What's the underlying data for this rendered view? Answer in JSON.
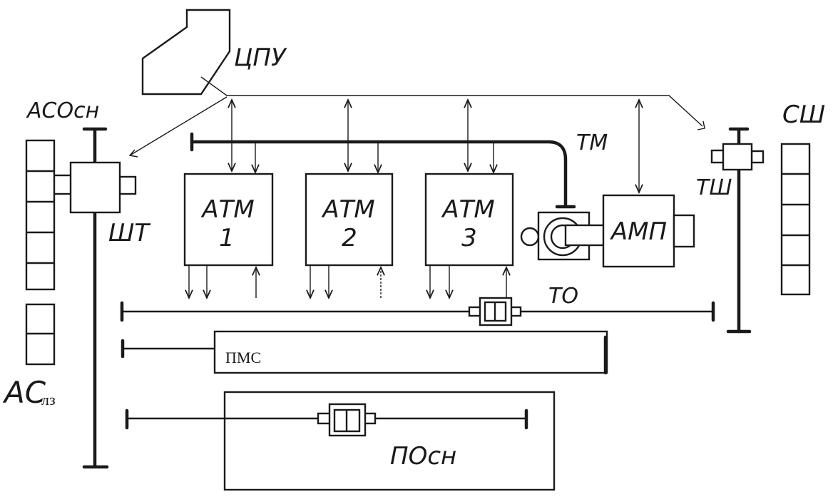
{
  "labels": {
    "cpu": "ЦПУ",
    "aso": "АСОсн",
    "as_main": "АС",
    "as_sub": "лз",
    "sht": "ШТ",
    "tm": "ТМ",
    "atm1_a": "АТМ",
    "atm1_b": "1",
    "atm2_a": "АТМ",
    "atm2_b": "2",
    "atm3_a": "АТМ",
    "atm3_b": "3",
    "amp": "АМП",
    "sh": "СШ",
    "tsh": "ТШ",
    "to": "ТО",
    "pms": "ПМС",
    "posn": "ПОсн"
  }
}
